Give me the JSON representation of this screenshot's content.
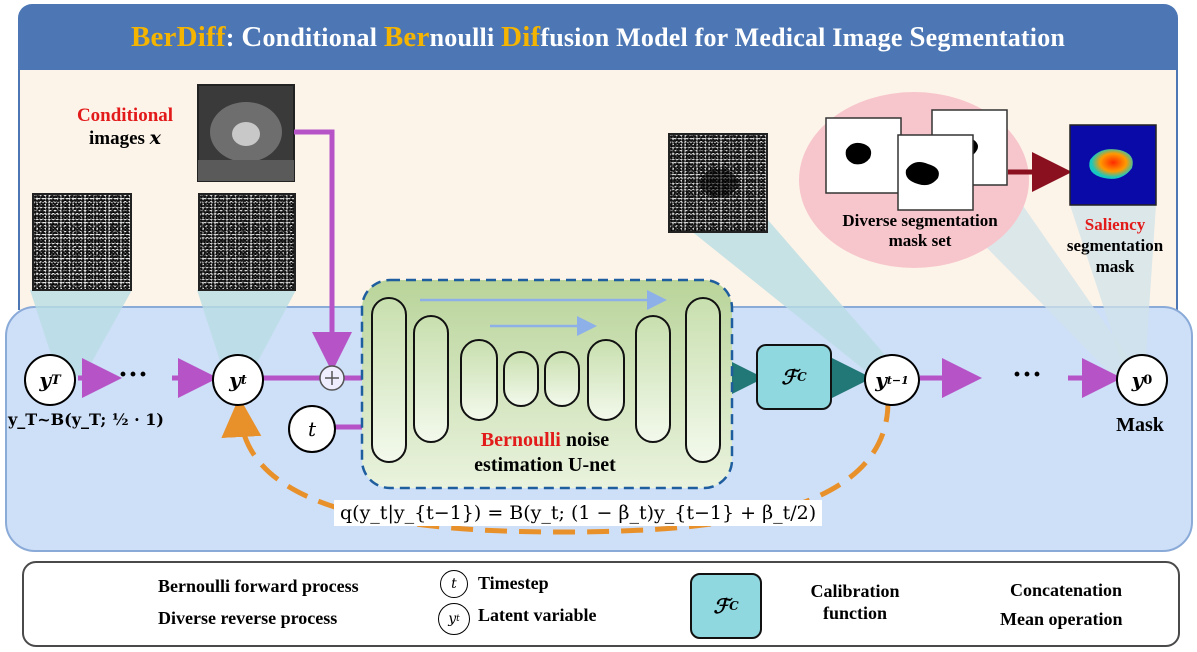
{
  "title": {
    "ber": "Ber",
    "diff": "Diff",
    "colon": ": ",
    "c": "C",
    "onditional": "onditional ",
    "ber2": "Ber",
    "noulli": "noulli ",
    "dif": "Dif",
    "fusion": "fusion Model for Medical Image ",
    "s": "S",
    "egmentation": "egmentation"
  },
  "conditional": {
    "word": "Conditional",
    "rest": "images ",
    "var": "x"
  },
  "nodes": {
    "yT": "y",
    "yT_sub": "T",
    "yt": "y",
    "yt_sub": "t",
    "ytm1": "y",
    "ytm1_sub": "t−1",
    "y0": "y",
    "y0_sub": "0",
    "t": "t",
    "dots1": "···",
    "dots2": "···"
  },
  "yT_dist": "y_T~B(y_T; ½ · 1)",
  "unet": {
    "red": "Bernoulli",
    "rest": " noise",
    "line2": "estimation U-net"
  },
  "fc_label": "ℱ",
  "fc_sub": "C",
  "mask_label": "Mask",
  "diverse_set": {
    "line1": "Diverse segmentation",
    "line2": "mask set"
  },
  "saliency": {
    "red": "Saliency",
    "line2": "segmentation",
    "line3": "mask"
  },
  "equation": "q(y_t|y_{t−1}) = B(y_t; (1 − β_t)y_{t−1} + β_t/2)",
  "legend": {
    "forward": "Bernoulli forward process",
    "reverse": "Diverse reverse process",
    "timestep": "Timestep",
    "latent": "Latent variable",
    "calib1": "Calibration",
    "calib2": "function",
    "concat": "Concatenation",
    "mean": "Mean operation",
    "t_sym": "t",
    "y_sym": "y",
    "y_sub": "t"
  },
  "colors": {
    "title_bar": "#4c77b4",
    "gold": "#f4b400",
    "red": "#e21a1a",
    "purple": "#b553c7",
    "orange": "#e8912a",
    "teal": "#227777",
    "dark_red": "#8a1020",
    "blue_panel": "#cedff8"
  }
}
